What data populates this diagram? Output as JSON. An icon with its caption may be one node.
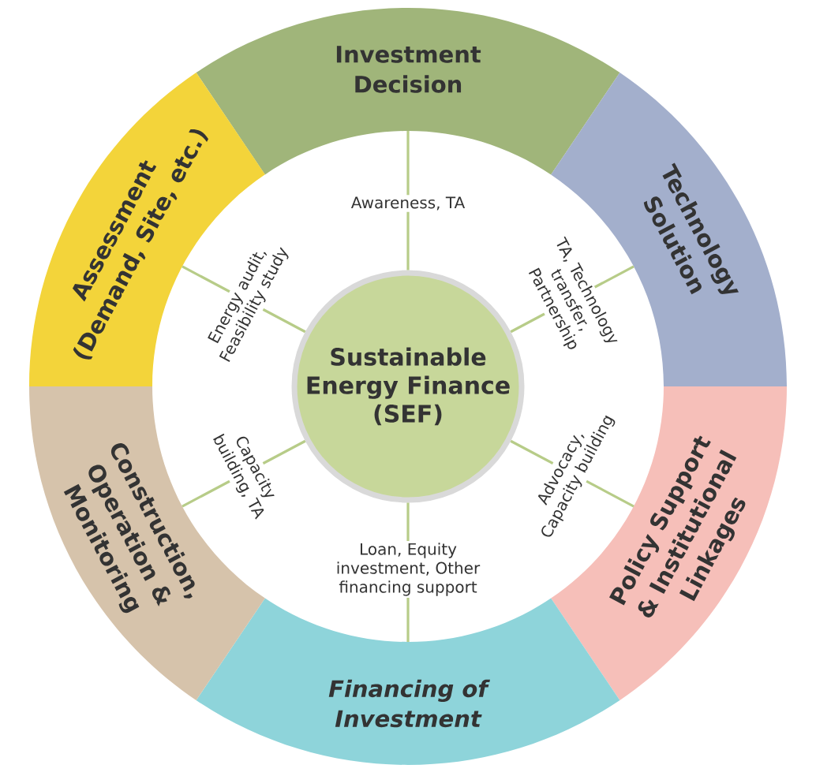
{
  "diagram": {
    "nodes": [
      {
        "text": [
          "Sustainable Energy Finance (SEF)"
        ]
      },
      {
        "text": [
          "Investment Decision"
        ]
      },
      {
        "text": [
          "Technology Solution"
        ]
      },
      {
        "text": [
          "Policy Support & Institutional Linkages"
        ]
      },
      {
        "text": [
          "Financing of Investment"
        ]
      },
      {
        "text": [
          "Construction, Operation & Monitoring"
        ]
      },
      {
        "text": [
          "Assessment (Demand, Site, etc.)"
        ]
      }
    ],
    "edges": [
      {
        "from": 0,
        "to": 1,
        "arrow": "none",
        "label": "Awareness, TA"
      },
      {
        "from": 0,
        "to": 2,
        "arrow": "none",
        "label": "TA, Technology transfer, Partnership"
      },
      {
        "from": 0,
        "to": 3,
        "arrow": "none",
        "label": "Advocacy, Capacity building"
      },
      {
        "from": 0,
        "to": 4,
        "arrow": "none",
        "label": "Loan, Equity investment, Other financing support"
      },
      {
        "from": 0,
        "to": 5,
        "arrow": "none",
        "label": "Capacity building, TA"
      },
      {
        "from": 0,
        "to": 6,
        "arrow": "none",
        "label": "Energy audit, Feasibility study"
      }
    ]
  }
}
